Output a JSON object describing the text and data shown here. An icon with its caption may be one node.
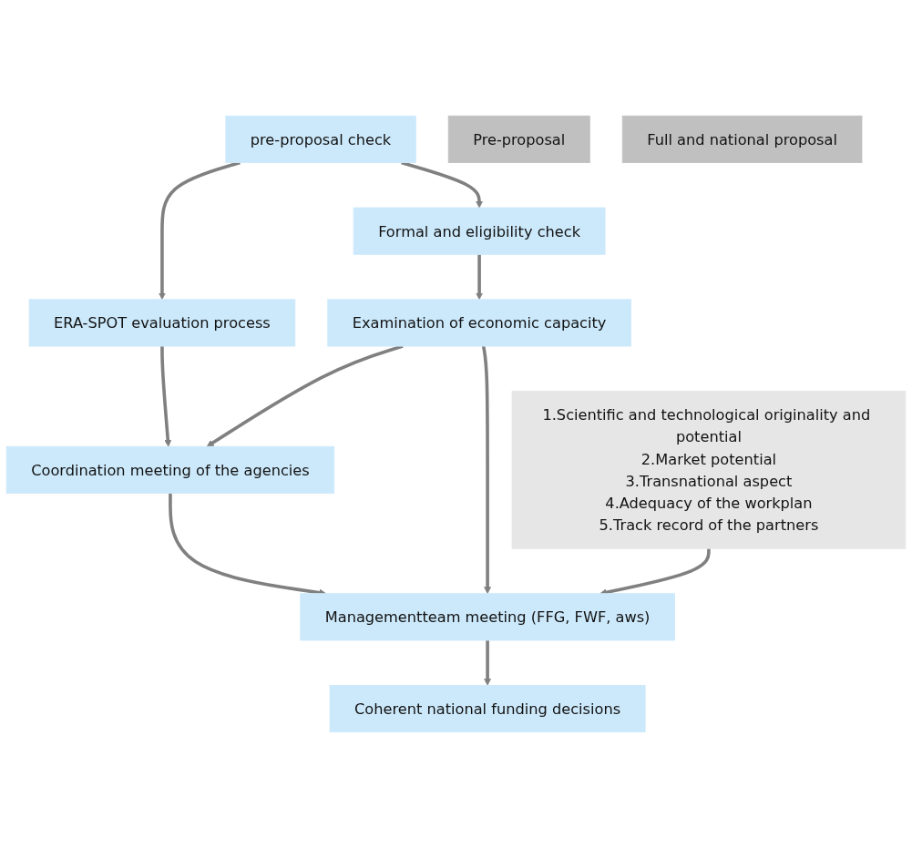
{
  "diagram": {
    "nodes": [
      {
        "text": [
          "pre-proposal check"
        ]
      },
      {
        "text": [
          "Formal and eligibility check"
        ]
      },
      {
        "text": [
          "ERA-SPOT evaluation process"
        ]
      },
      {
        "text": [
          "Coordination meeting of the agencies"
        ]
      },
      {
        "text": [
          "Examination of economic capacity"
        ]
      },
      {
        "text": [
          "1.Scientific and technological originality and potential",
          "2.Market potential",
          "3.Transnational aspect",
          "4.Adequacy of the workplan",
          "5.Track record of the partners"
        ]
      },
      {
        "text": [
          "Managementteam meeting (FFG, FWF, aws)"
        ]
      },
      {
        "text": [
          "Coherent national funding decisions"
        ]
      },
      {
        "text": [
          "Pre-proposal"
        ]
      },
      {
        "text": [
          "Full and national proposal"
        ]
      }
    ],
    "edges": [
      {
        "from": 0,
        "to": 1,
        "arrow": "to"
      },
      {
        "from": 0,
        "to": 2,
        "arrow": "to"
      },
      {
        "from": 1,
        "to": 4,
        "arrow": "to"
      },
      {
        "from": 2,
        "to": 3,
        "arrow": "to"
      },
      {
        "from": 4,
        "to": 3,
        "arrow": "to"
      },
      {
        "from": 3,
        "to": 6,
        "arrow": "to"
      },
      {
        "from": 4,
        "to": 6,
        "arrow": "to"
      },
      {
        "from": 5,
        "to": 6,
        "arrow": "to"
      },
      {
        "from": 6,
        "to": 7,
        "arrow": "to"
      }
    ]
  }
}
